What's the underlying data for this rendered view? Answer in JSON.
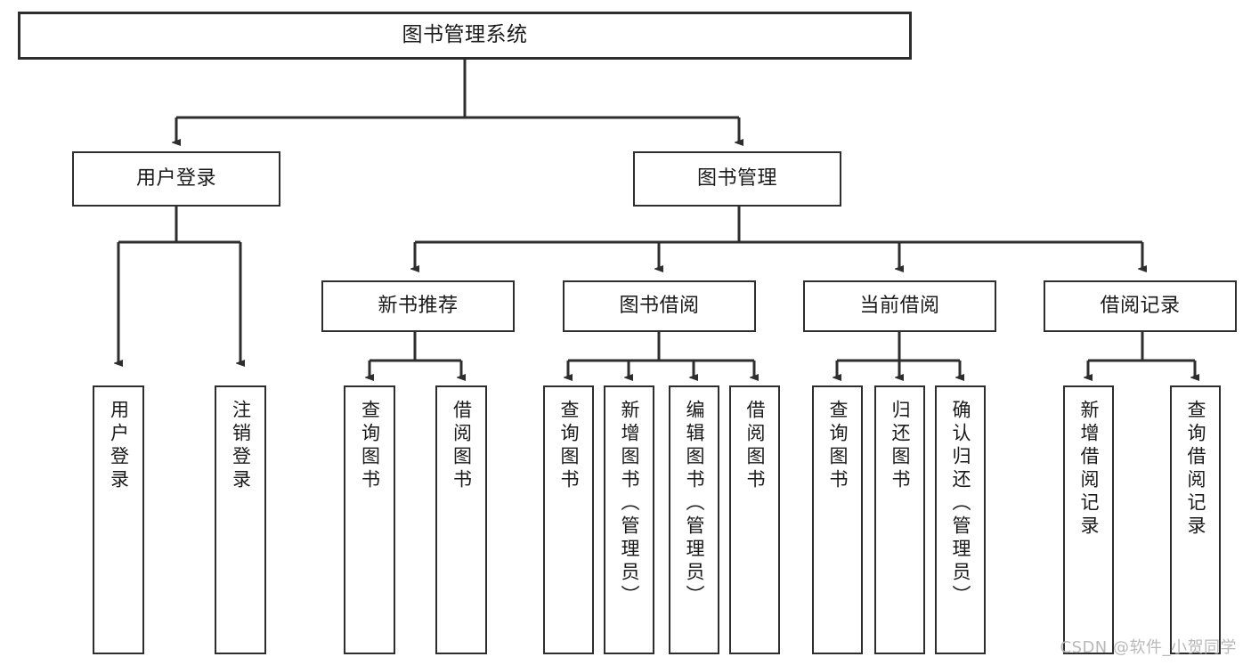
{
  "diagram": {
    "type": "tree",
    "title": "图书管理系统",
    "watermark": "CSDN @软件_小贺同学",
    "colors": {
      "stroke": "#2e2e2e",
      "fill": "#ffffff",
      "text": "#1a1a1a",
      "watermark": "#b9b9b9"
    },
    "nodes": {
      "root": {
        "label": "图书管理系统"
      },
      "user_login": {
        "label": "用户登录"
      },
      "book_mgmt": {
        "label": "图书管理"
      },
      "new_book_rec": {
        "label": "新书推荐"
      },
      "book_borrow": {
        "label": "图书借阅"
      },
      "current_borrow": {
        "label": "当前借阅"
      },
      "borrow_record": {
        "label": "借阅记录"
      },
      "leaf_user_login": {
        "label": "用户登录"
      },
      "leaf_logout": {
        "label": "注销登录"
      },
      "leaf_query_book_1": {
        "label": "查询图书"
      },
      "leaf_borrow_book_1": {
        "label": "借阅图书"
      },
      "leaf_query_book_2": {
        "label": "查询图书"
      },
      "leaf_add_book": {
        "label": "新增图书（管理员）"
      },
      "leaf_edit_book": {
        "label": "编辑图书（管理员）"
      },
      "leaf_borrow_book_2": {
        "label": "借阅图书"
      },
      "leaf_query_book_3": {
        "label": "查询图书"
      },
      "leaf_return_book": {
        "label": "归还图书"
      },
      "leaf_confirm_return": {
        "label": "确认归还（管理员）"
      },
      "leaf_add_record": {
        "label": "新增借阅记录"
      },
      "leaf_query_record": {
        "label": "查询借阅记录"
      }
    }
  }
}
